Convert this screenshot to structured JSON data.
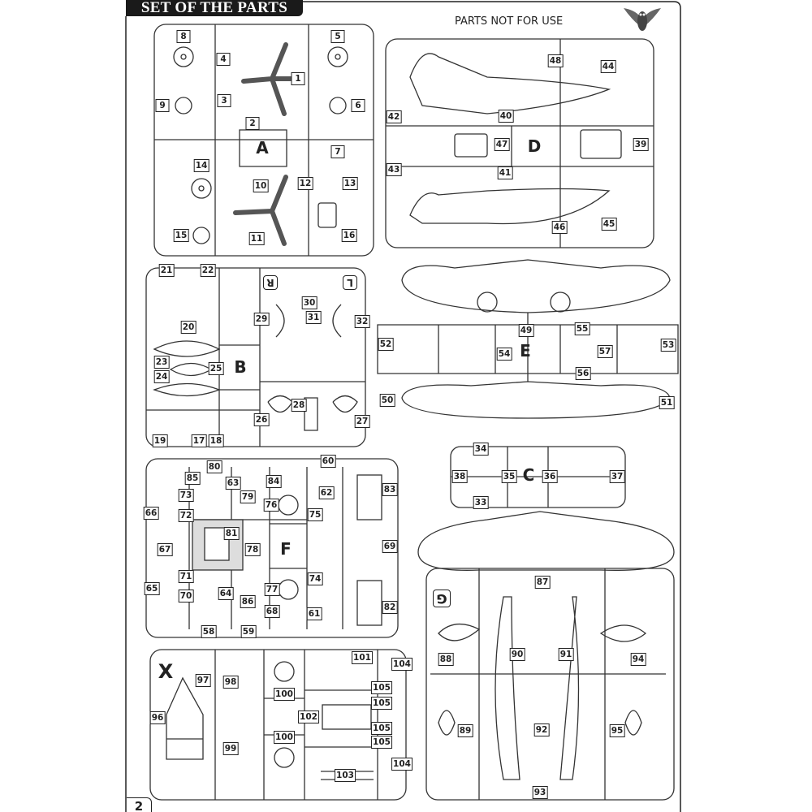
{
  "header": {
    "title": "SET OF THE PARTS",
    "not_for_use": "PARTS NOT FOR USE",
    "page_number": "2"
  },
  "colors": {
    "ink": "#222222",
    "paper": "#ffffff",
    "title_bg": "#1a1a1a"
  },
  "logo": {
    "icon": "owl-icon"
  },
  "sprues": {
    "A": {
      "letter": "A",
      "parts": [
        "8",
        "5",
        "4",
        "1",
        "3",
        "2",
        "9",
        "6",
        "7",
        "14",
        "10",
        "12",
        "13",
        "15",
        "11",
        "16"
      ]
    },
    "D": {
      "letter": "D",
      "parts": [
        "48",
        "44",
        "40",
        "42",
        "47",
        "39",
        "43",
        "41",
        "46",
        "45"
      ]
    },
    "B": {
      "letter": "B",
      "markers": [
        "R",
        "L"
      ],
      "parts": [
        "21",
        "22",
        "20",
        "23",
        "24",
        "25",
        "29",
        "30",
        "31",
        "32",
        "26",
        "28",
        "27",
        "19",
        "17",
        "18"
      ]
    },
    "E": {
      "letter": "E",
      "parts": [
        "52",
        "54",
        "49",
        "55",
        "57",
        "53",
        "56",
        "50",
        "51"
      ]
    },
    "C": {
      "letter": "C",
      "parts": [
        "34",
        "38",
        "35",
        "36",
        "37",
        "33"
      ]
    },
    "F": {
      "letter": "F",
      "parts": [
        "80",
        "85",
        "73",
        "63",
        "84",
        "60",
        "62",
        "83",
        "66",
        "72",
        "79",
        "76",
        "75",
        "81",
        "78",
        "69",
        "67",
        "71",
        "74",
        "65",
        "70",
        "64",
        "77",
        "86",
        "82",
        "68",
        "61",
        "58",
        "59"
      ]
    },
    "G": {
      "letter": "G",
      "parts": [
        "87",
        "88",
        "90",
        "91",
        "94",
        "89",
        "92",
        "95",
        "93"
      ]
    },
    "X": {
      "letter": "X",
      "parts": [
        "97",
        "98",
        "96",
        "100",
        "101",
        "104",
        "105",
        "105",
        "102",
        "100",
        "105",
        "105",
        "99",
        "104",
        "103"
      ]
    }
  }
}
